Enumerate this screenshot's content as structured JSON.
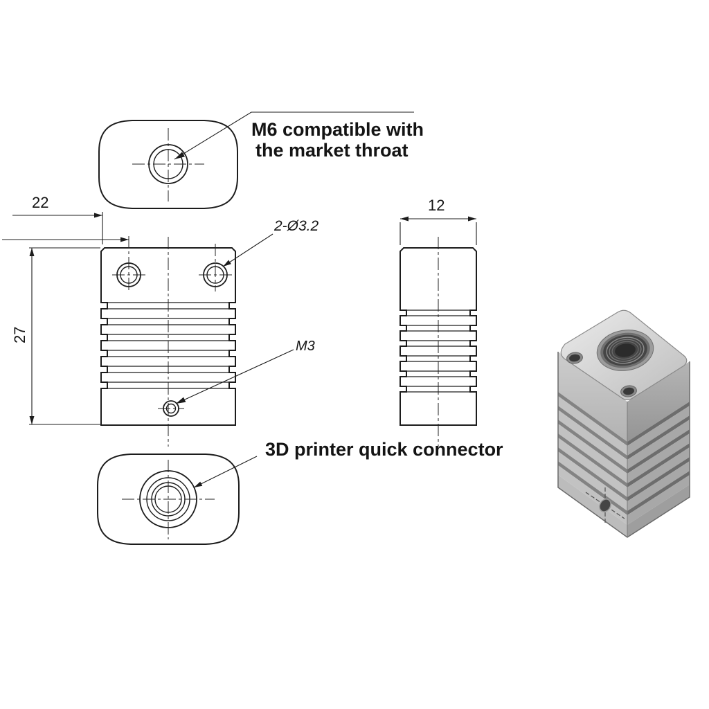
{
  "callouts": {
    "m6_line1": "M6 compatible with",
    "m6_line2": "the market throat",
    "quick_connector": "3D printer quick connector",
    "hole_spec": "2-Ø3.2",
    "m3_label": "M3"
  },
  "dimensions": {
    "width_mm": "22",
    "height_mm": "27",
    "depth_mm": "12"
  },
  "colors": {
    "line": "#1c1c1c",
    "background": "#ffffff",
    "metal_light": "#e8e8e8",
    "metal_mid": "#b0b0b0",
    "metal_dark": "#6d6d6d"
  }
}
